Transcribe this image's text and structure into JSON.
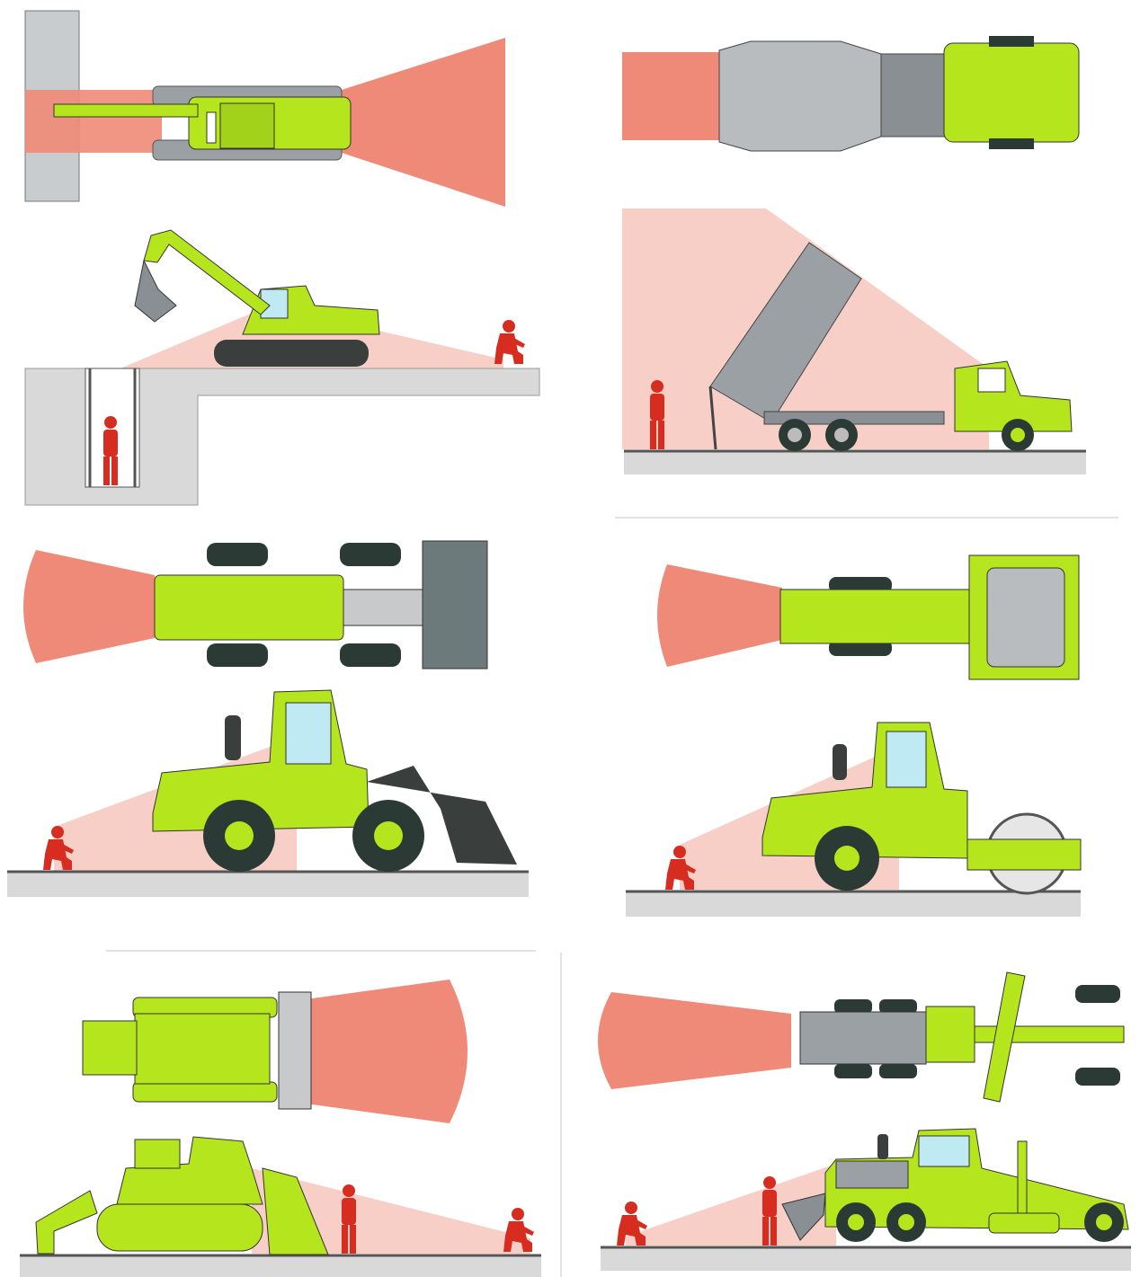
{
  "colors": {
    "machine": "#b5e61d",
    "machine_dark": "#8fbf12",
    "blind_zone_plan": "#ef8a78",
    "blind_zone_elevation": "#f7cfc6",
    "worker": "#d62d20",
    "ground": "#d9d9d9",
    "steel": "#9aa0a4",
    "tyre": "#2b3a35"
  },
  "panels": [
    {
      "machine": "excavator",
      "views": [
        "plan",
        "elevation"
      ]
    },
    {
      "machine": "dump-truck",
      "views": [
        "plan",
        "elevation"
      ]
    },
    {
      "machine": "wheel-loader",
      "views": [
        "plan",
        "elevation"
      ]
    },
    {
      "machine": "roller",
      "views": [
        "plan",
        "elevation"
      ]
    },
    {
      "machine": "bulldozer",
      "views": [
        "plan",
        "elevation"
      ]
    },
    {
      "machine": "motor-grader",
      "views": [
        "plan",
        "elevation"
      ]
    }
  ]
}
